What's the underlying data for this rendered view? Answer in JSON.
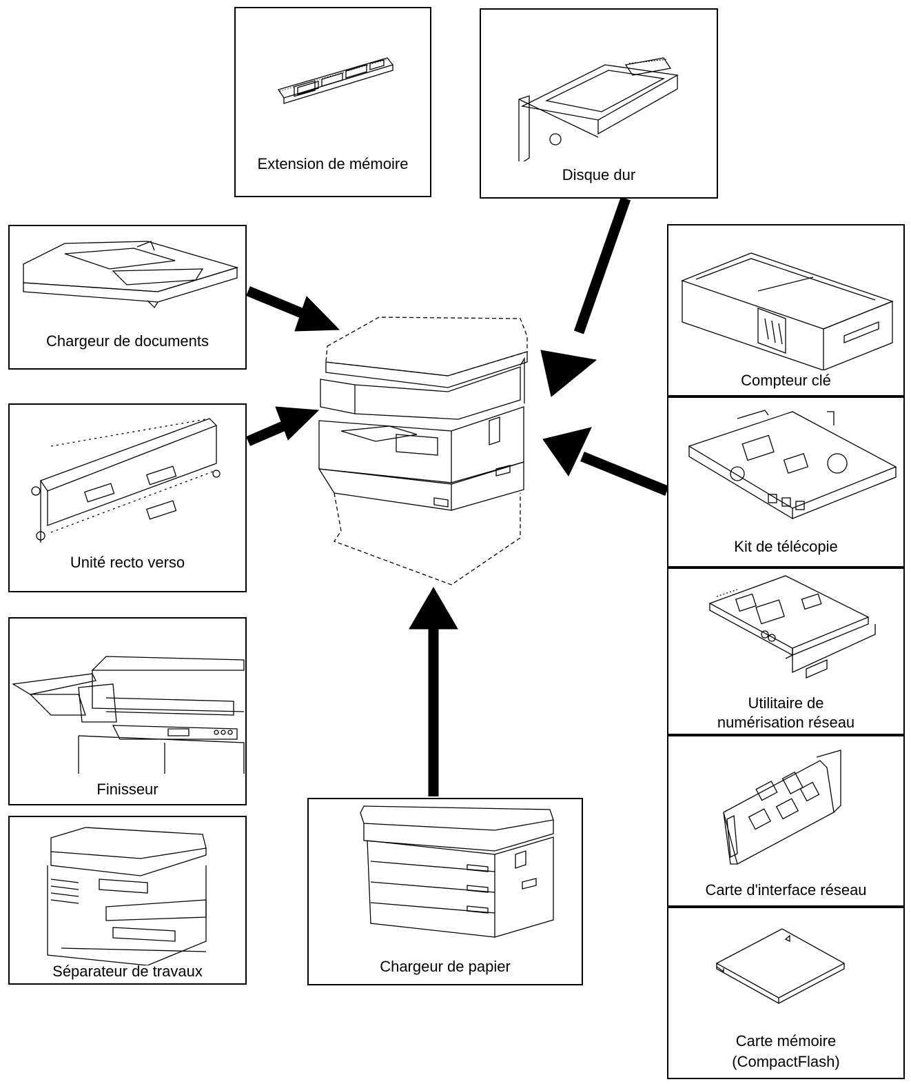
{
  "options": {
    "memory_expansion": "Extension de mémoire",
    "hard_disk": "Disque dur",
    "document_processor": "Chargeur de documents",
    "key_counter": "Compteur clé",
    "duplex_unit": "Unité recto verso",
    "fax_kit": "Kit de télécopie",
    "network_scanner_line1": "Utilitaire de",
    "network_scanner_line2": "numérisation réseau",
    "finisher": "Finisseur",
    "network_interface_card": "Carte d'interface réseau",
    "job_separator": "Séparateur de travaux",
    "paper_feeder": "Chargeur de papier",
    "memory_card_line1": "Carte mémoire",
    "memory_card_line2": "(CompactFlash)"
  }
}
